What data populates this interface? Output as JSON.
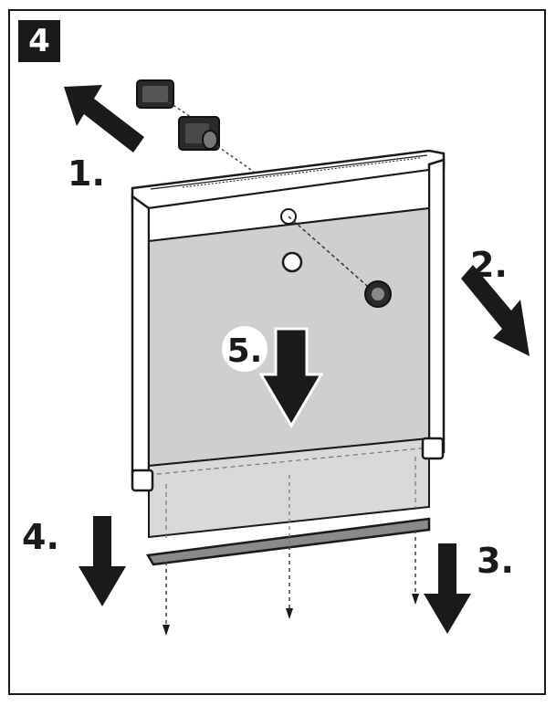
{
  "step": {
    "number": "4"
  },
  "steps": {
    "s1": "1.",
    "s2": "2.",
    "s3": "3.",
    "s4": "4.",
    "s5": "5."
  },
  "colors": {
    "ink": "#1a1a1a",
    "panel": "#cfcfcf",
    "bar": "#8a8a8a",
    "frame_fill": "#ffffff"
  },
  "icons": {
    "arrow_up_left": "arrow-up-left-icon",
    "arrow_down_right": "arrow-down-right-icon",
    "arrow_down": "arrow-down-icon",
    "screw": "screw-icon",
    "clip": "clip-icon"
  }
}
